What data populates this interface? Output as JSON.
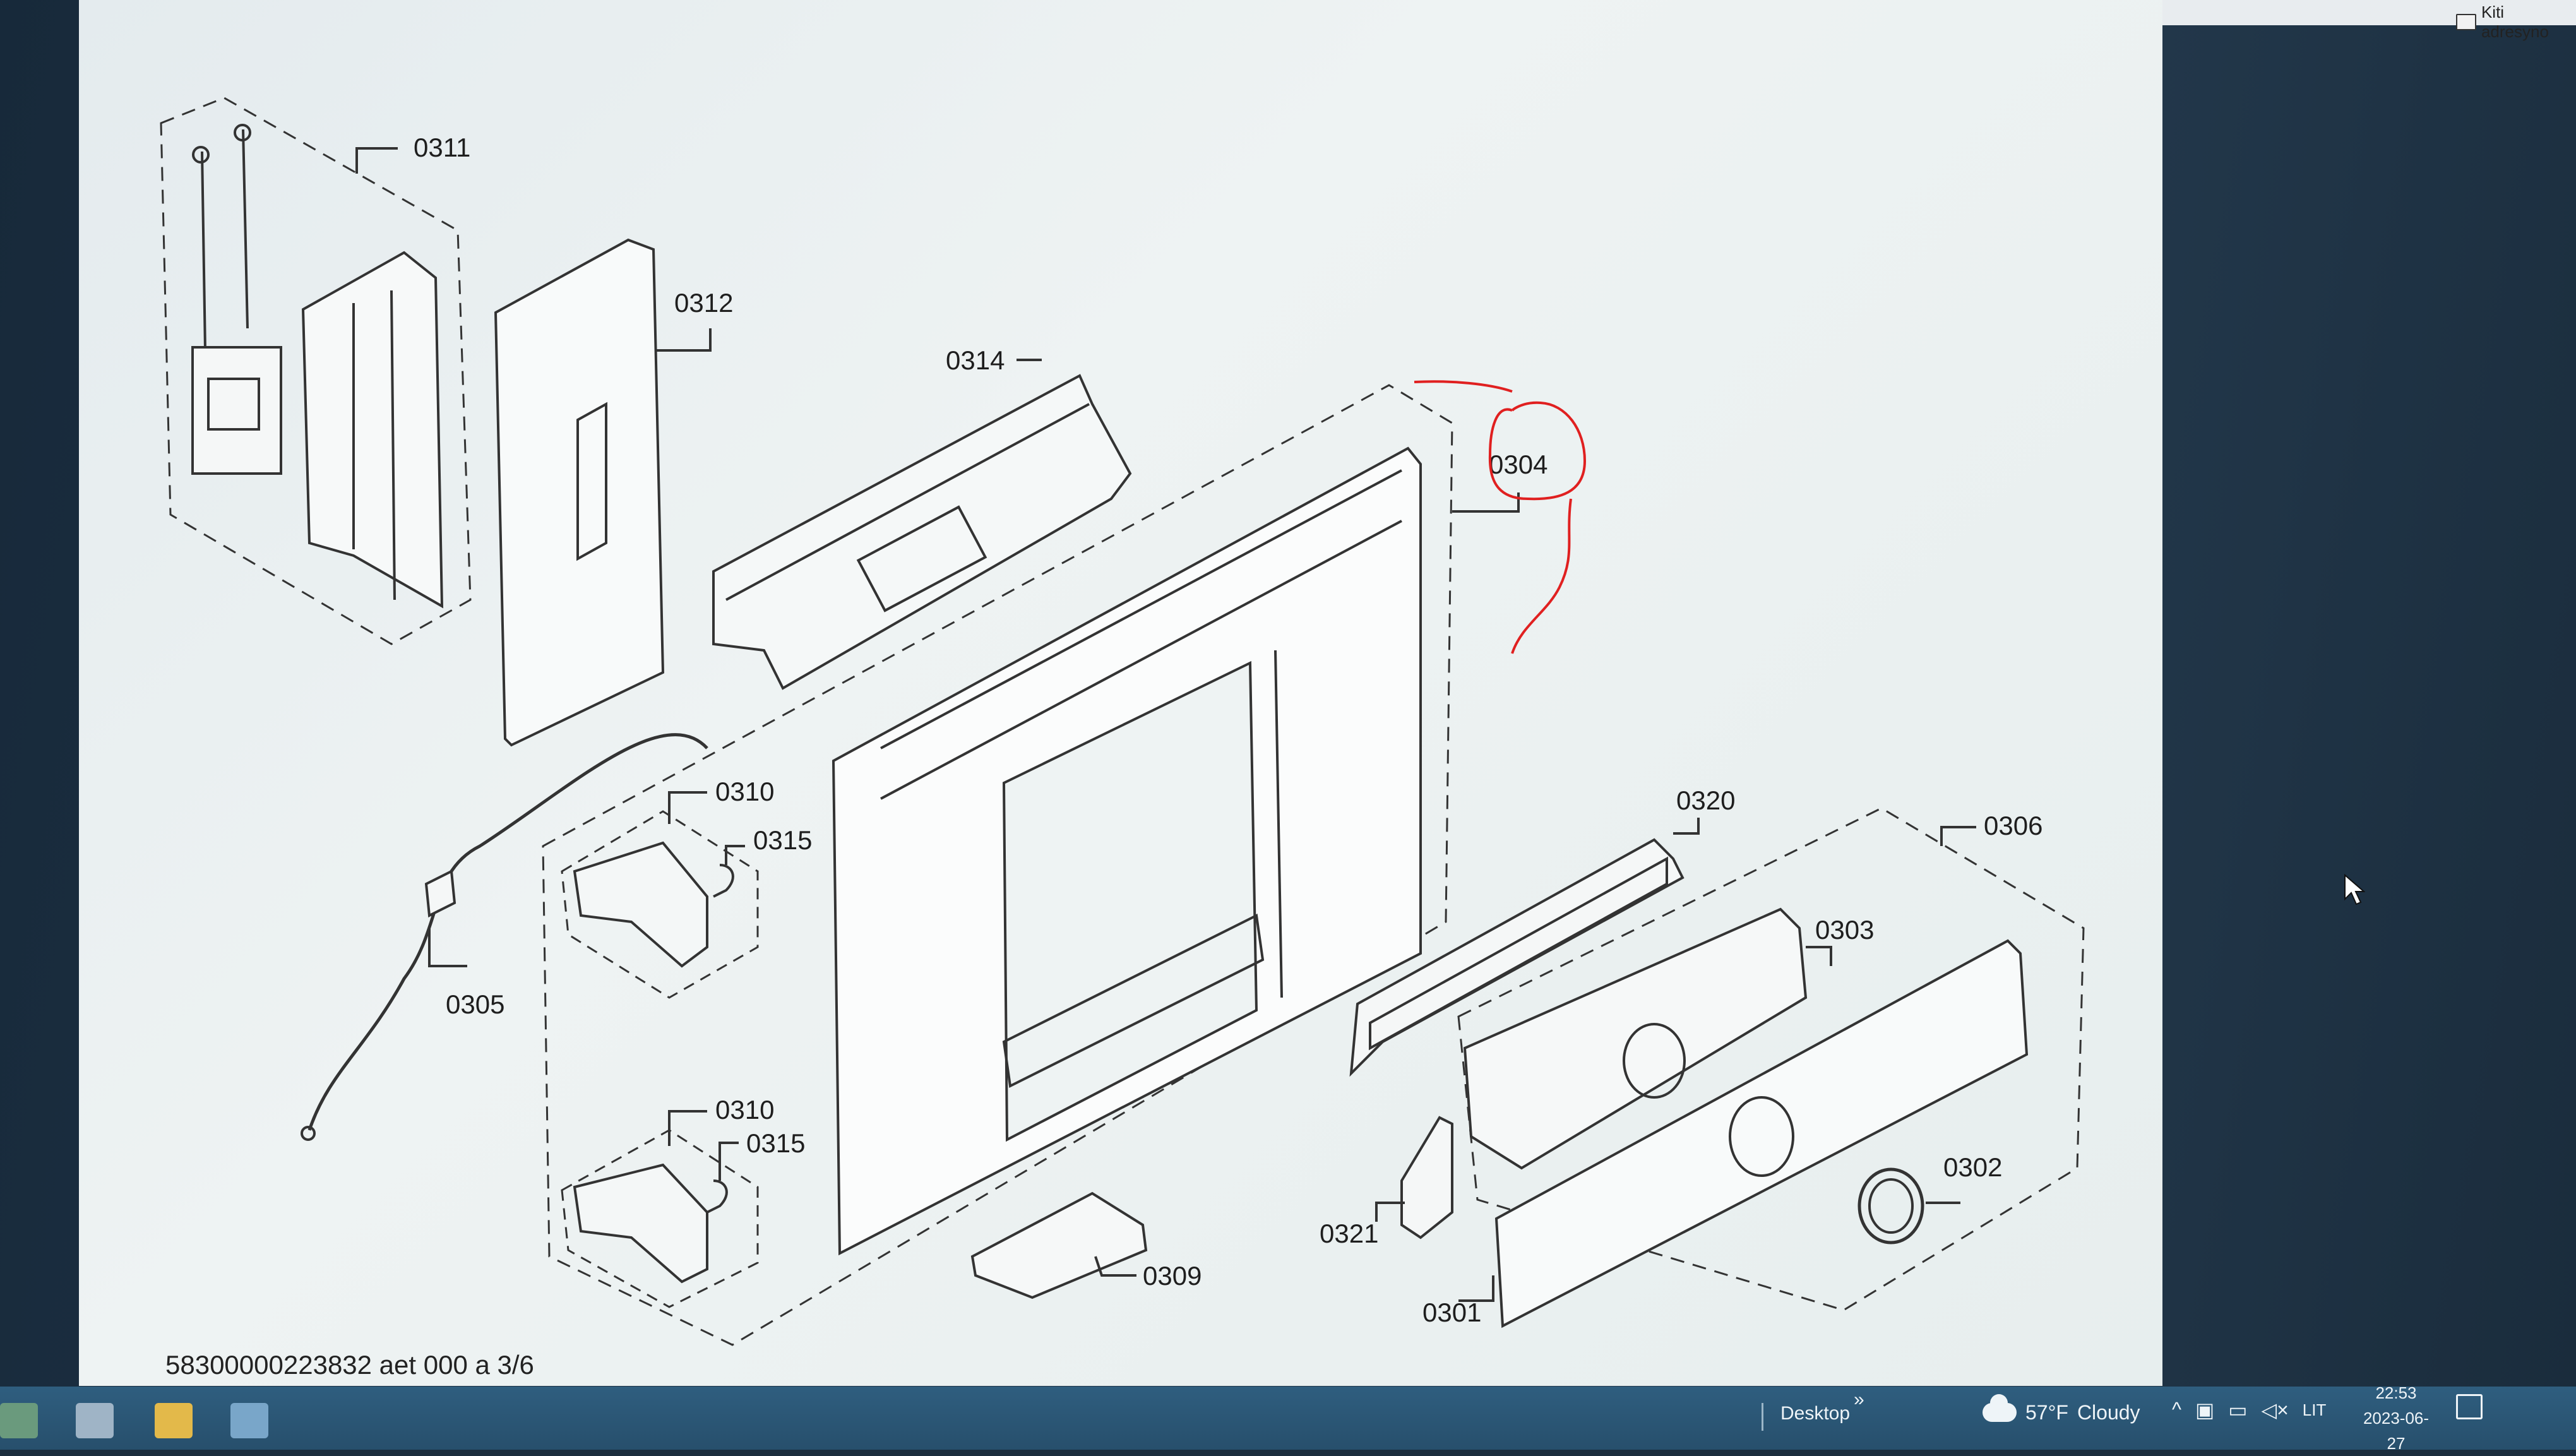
{
  "window": {
    "folder_label": "Kiti adresyno"
  },
  "diagram": {
    "part_labels": {
      "p0311": "0311",
      "p0312": "0312",
      "p0314": "0314",
      "p0304": "0304",
      "p0310a": "0310",
      "p0315a": "0315",
      "p0305": "0305",
      "p0310b": "0310",
      "p0315b": "0315",
      "p0309": "0309",
      "p0320": "0320",
      "p0306": "0306",
      "p0303": "0303",
      "p0321": "0321",
      "p0302": "0302",
      "p0301": "0301"
    },
    "caption": "58300000223832 aet 000 a 3/6",
    "annotation_color": "#e02020"
  },
  "taskbar": {
    "desktop_label": "Desktop",
    "chevron": "»",
    "weather_temp": "57°F",
    "weather_condition": "Cloudy",
    "tray_up": "^",
    "language": "LIT",
    "time": "22:53",
    "date": "2023-06-27"
  }
}
